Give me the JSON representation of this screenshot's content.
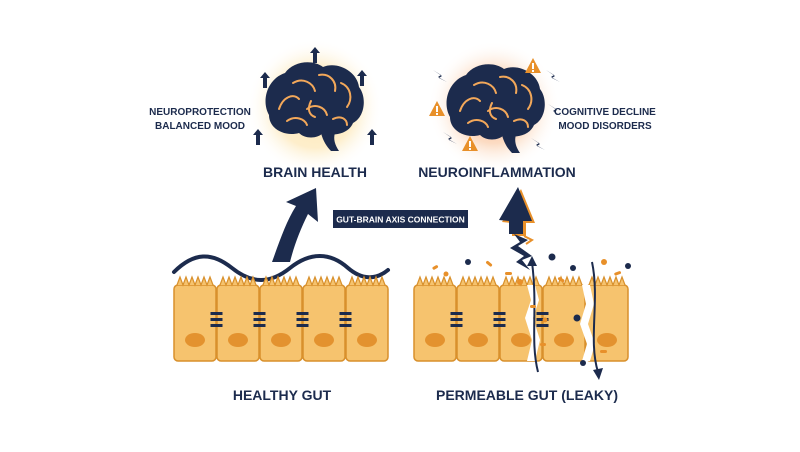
{
  "labels": {
    "healthy_brain_notes": [
      "NEUROPROTECTION",
      "BALANCED MOOD"
    ],
    "inflamed_brain_notes": [
      "COGNITIVE DECLINE",
      "MOOD DISORDERS"
    ],
    "healthy_brain_title": "BRAIN HEALTH",
    "inflamed_brain_title": "NEUROINFLAMMATION",
    "connection_badge": "GUT-BRAIN AXIS CONNECTION",
    "healthy_gut_title": "HEALTHY GUT",
    "leaky_gut_title": "PERMEABLE GUT (LEAKY)"
  },
  "colors": {
    "navy": "#1c2b4d",
    "cell_fill": "#f6c36e",
    "cell_stroke": "#d8902c",
    "nucleus": "#e3922f",
    "orange": "#e8902a",
    "warning": "#e8902a",
    "glow_healthy": "#fde7b5",
    "glow_inflamed": "#f6a47c"
  },
  "icons": {
    "healthy_brain": "brain-icon",
    "inflamed_brain": "brain-icon",
    "warning": "warning-triangle-icon",
    "lightning": "lightning-bolt-icon",
    "up_arrow": "arrow-up-icon"
  }
}
